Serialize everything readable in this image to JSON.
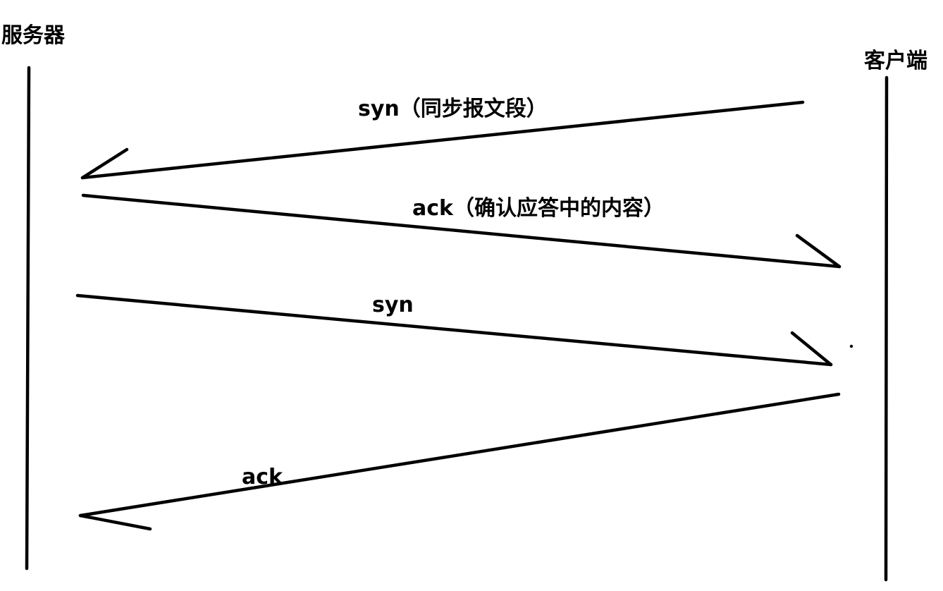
{
  "actors": {
    "left": {
      "label": "服务器"
    },
    "right": {
      "label": "客户端"
    }
  },
  "messages": [
    {
      "label": "syn（同步报文段）",
      "from": "客户端",
      "to": "服务器"
    },
    {
      "label": "ack（确认应答中的内容）",
      "from": "服务器",
      "to": "客户端"
    },
    {
      "label": "syn",
      "from": "服务器",
      "to": "客户端"
    },
    {
      "label": "ack",
      "from": "客户端",
      "to": "服务器"
    }
  ],
  "colors": {
    "ink": "#000000",
    "background": "#ffffff"
  }
}
